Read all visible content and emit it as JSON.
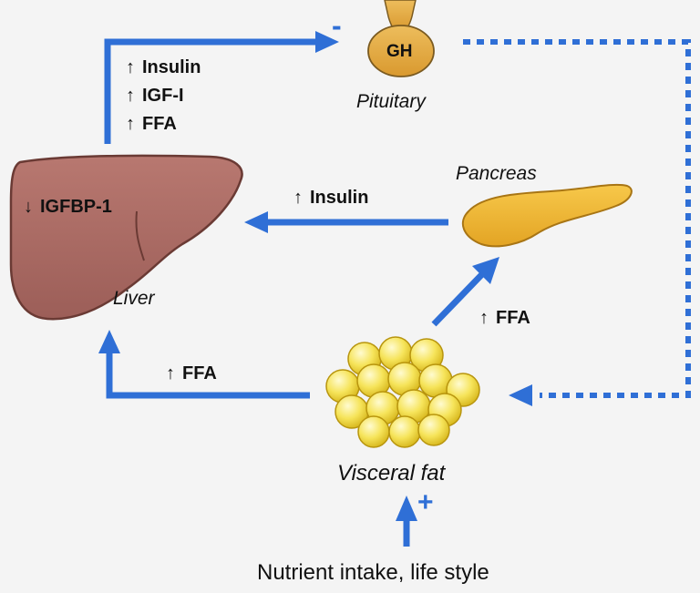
{
  "organs": {
    "pituitary": "Pituitary",
    "gh": "GH",
    "pancreas": "Pancreas",
    "liver": "Liver",
    "visceral_fat": "Visceral fat"
  },
  "liver_marker": "IGFBP-1",
  "liver_to_pituitary": [
    "Insulin",
    "IGF-I",
    "FFA"
  ],
  "pancreas_to_liver": "Insulin",
  "fat_to_pancreas": "FFA",
  "fat_to_liver": "FFA",
  "input": "Nutrient intake, life style",
  "signs": {
    "inhibit": "-",
    "stimulate": "+"
  },
  "colors": {
    "arrow": "#2f6fd6",
    "liver": "#a86a63",
    "pancreas": "#f0b72e",
    "pituitary": "#e2aa45",
    "fat": "#f3dd4a"
  }
}
